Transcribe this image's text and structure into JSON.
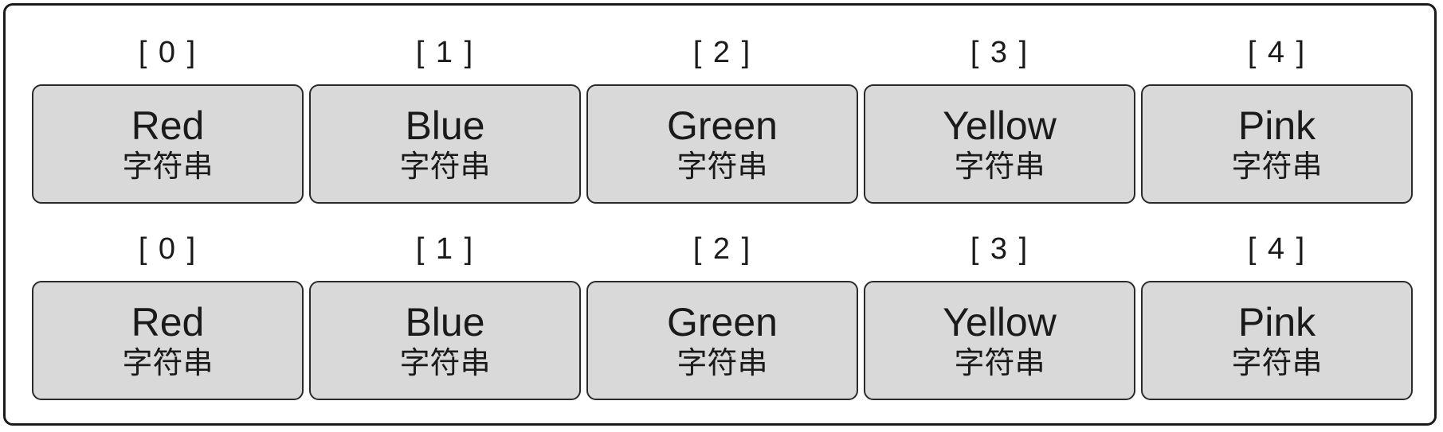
{
  "rows": [
    {
      "cells": [
        {
          "index": "[ 0 ]",
          "value": "Red",
          "type": "字符串"
        },
        {
          "index": "[ 1 ]",
          "value": "Blue",
          "type": "字符串"
        },
        {
          "index": "[ 2 ]",
          "value": "Green",
          "type": "字符串"
        },
        {
          "index": "[ 3 ]",
          "value": "Yellow",
          "type": "字符串"
        },
        {
          "index": "[ 4 ]",
          "value": "Pink",
          "type": "字符串"
        }
      ]
    },
    {
      "cells": [
        {
          "index": "[ 0 ]",
          "value": "Red",
          "type": "字符串"
        },
        {
          "index": "[ 1 ]",
          "value": "Blue",
          "type": "字符串"
        },
        {
          "index": "[ 2 ]",
          "value": "Green",
          "type": "字符串"
        },
        {
          "index": "[ 3 ]",
          "value": "Yellow",
          "type": "字符串"
        },
        {
          "index": "[ 4 ]",
          "value": "Pink",
          "type": "字符串"
        }
      ]
    }
  ],
  "colors": {
    "cell_fill": "#d9d9d9",
    "border": "#1a1a1a"
  }
}
